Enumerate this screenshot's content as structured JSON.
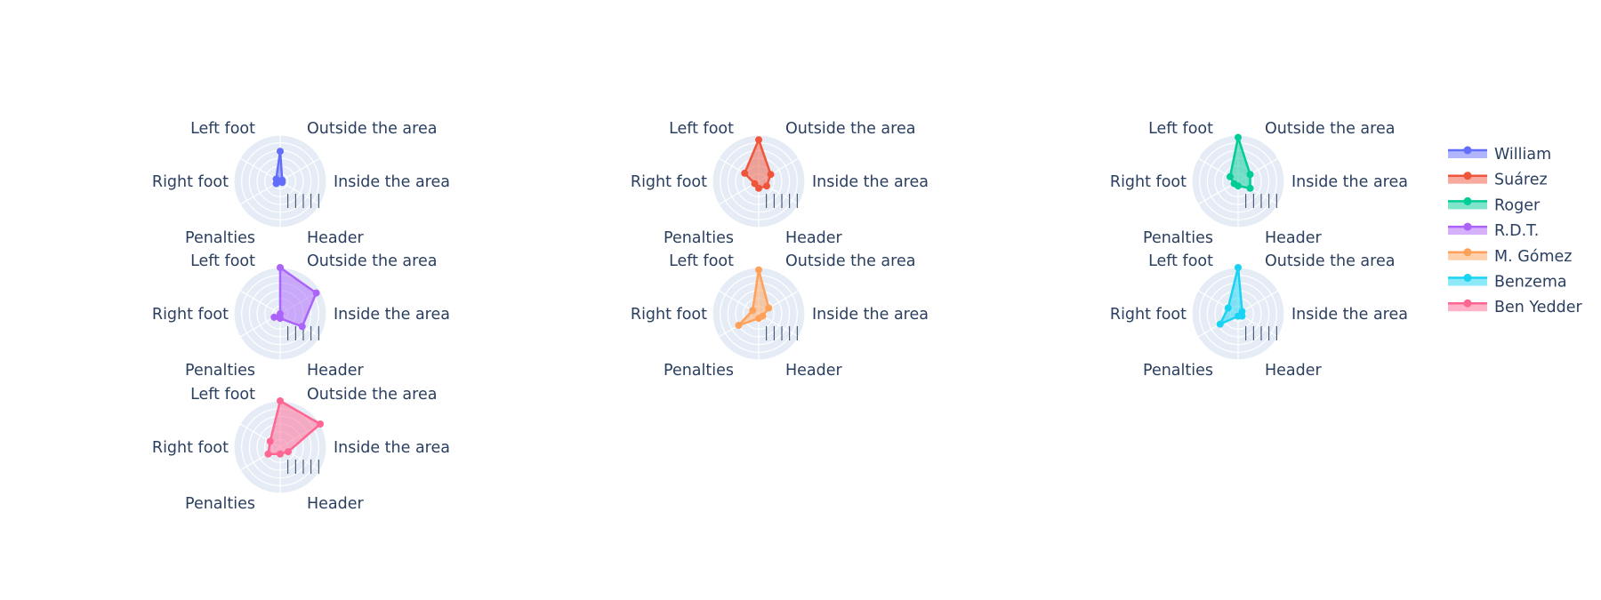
{
  "chart_data": {
    "type": "radar",
    "axes": [
      "Outside the area",
      "Inside the area",
      "Header",
      "Penalties",
      "Right foot",
      "Left foot"
    ],
    "rmax": 1.0,
    "grid": true,
    "legend_position": "right",
    "series": [
      {
        "name": "William",
        "color": "#636efa",
        "values": [
          0.05,
          0.05,
          0.0,
          0.1,
          0.1,
          0.65
        ]
      },
      {
        "name": "Suárez",
        "color": "#ef553b",
        "values": [
          0.3,
          0.2,
          0.15,
          0.1,
          0.35,
          0.9
        ]
      },
      {
        "name": "Roger",
        "color": "#00cc96",
        "values": [
          0.3,
          0.3,
          0.1,
          0.1,
          0.2,
          0.95
        ]
      },
      {
        "name": "R.D.T.",
        "color": "#ab63fa",
        "values": [
          0.9,
          0.55,
          0.1,
          0.15,
          0.0,
          1.0
        ]
      },
      {
        "name": "M. Gómez",
        "color": "#ffa15a",
        "values": [
          0.25,
          0.1,
          0.1,
          0.5,
          0.15,
          0.95
        ]
      },
      {
        "name": "Benzema",
        "color": "#19d3f3",
        "values": [
          0.1,
          0.1,
          0.05,
          0.45,
          0.25,
          1.0
        ]
      },
      {
        "name": "Ben Yedder",
        "color": "#ff6692",
        "values": [
          1.0,
          0.2,
          0.15,
          0.3,
          0.25,
          1.0
        ]
      }
    ]
  }
}
